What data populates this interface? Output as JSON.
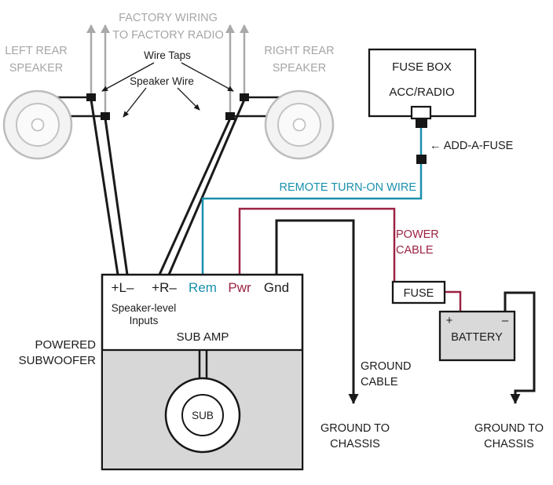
{
  "colors": {
    "remote_wire_teal": "#1a90ac",
    "power_wire_maroon": "#9b2242",
    "factory_gray": "#a9a9a9",
    "wire_black": "#1a1a1a",
    "enclosure_gray": "#d7d7d7",
    "battery_gray": "#d9d9d9"
  },
  "speakers": {
    "left": {
      "line1": "LEFT REAR",
      "line2": "SPEAKER"
    },
    "right": {
      "line1": "RIGHT REAR",
      "line2": "SPEAKER"
    }
  },
  "factory": {
    "line1": "FACTORY WIRING",
    "line2": "TO FACTORY RADIO"
  },
  "annotations": {
    "wire_taps": "Wire Taps",
    "speaker_wire": "Speaker Wire",
    "add_a_fuse": "← ADD-A-FUSE",
    "remote_wire": "REMOTE TURN-ON WIRE",
    "power_cable": {
      "line1": "POWER",
      "line2": "CABLE"
    },
    "ground_cable": {
      "line1": "GROUND",
      "line2": "CABLE"
    },
    "ground_chassis": {
      "line1": "GROUND TO",
      "line2": "CHASSIS"
    }
  },
  "fuse_box": {
    "title": "FUSE BOX",
    "slot": "ACC/RADIO"
  },
  "amp": {
    "terminals": {
      "left": "+L–",
      "right": "+R–",
      "rem": "Rem",
      "pwr": "Pwr",
      "gnd": "Gnd"
    },
    "inputs_label": {
      "line1": "Speaker-level",
      "line2": "Inputs"
    },
    "name": "SUB AMP",
    "outer_label": {
      "line1": "POWERED",
      "line2": "SUBWOOFER"
    },
    "sub": "SUB"
  },
  "power": {
    "fuse": "FUSE",
    "battery": "BATTERY",
    "plus": "+",
    "minus": "–"
  }
}
